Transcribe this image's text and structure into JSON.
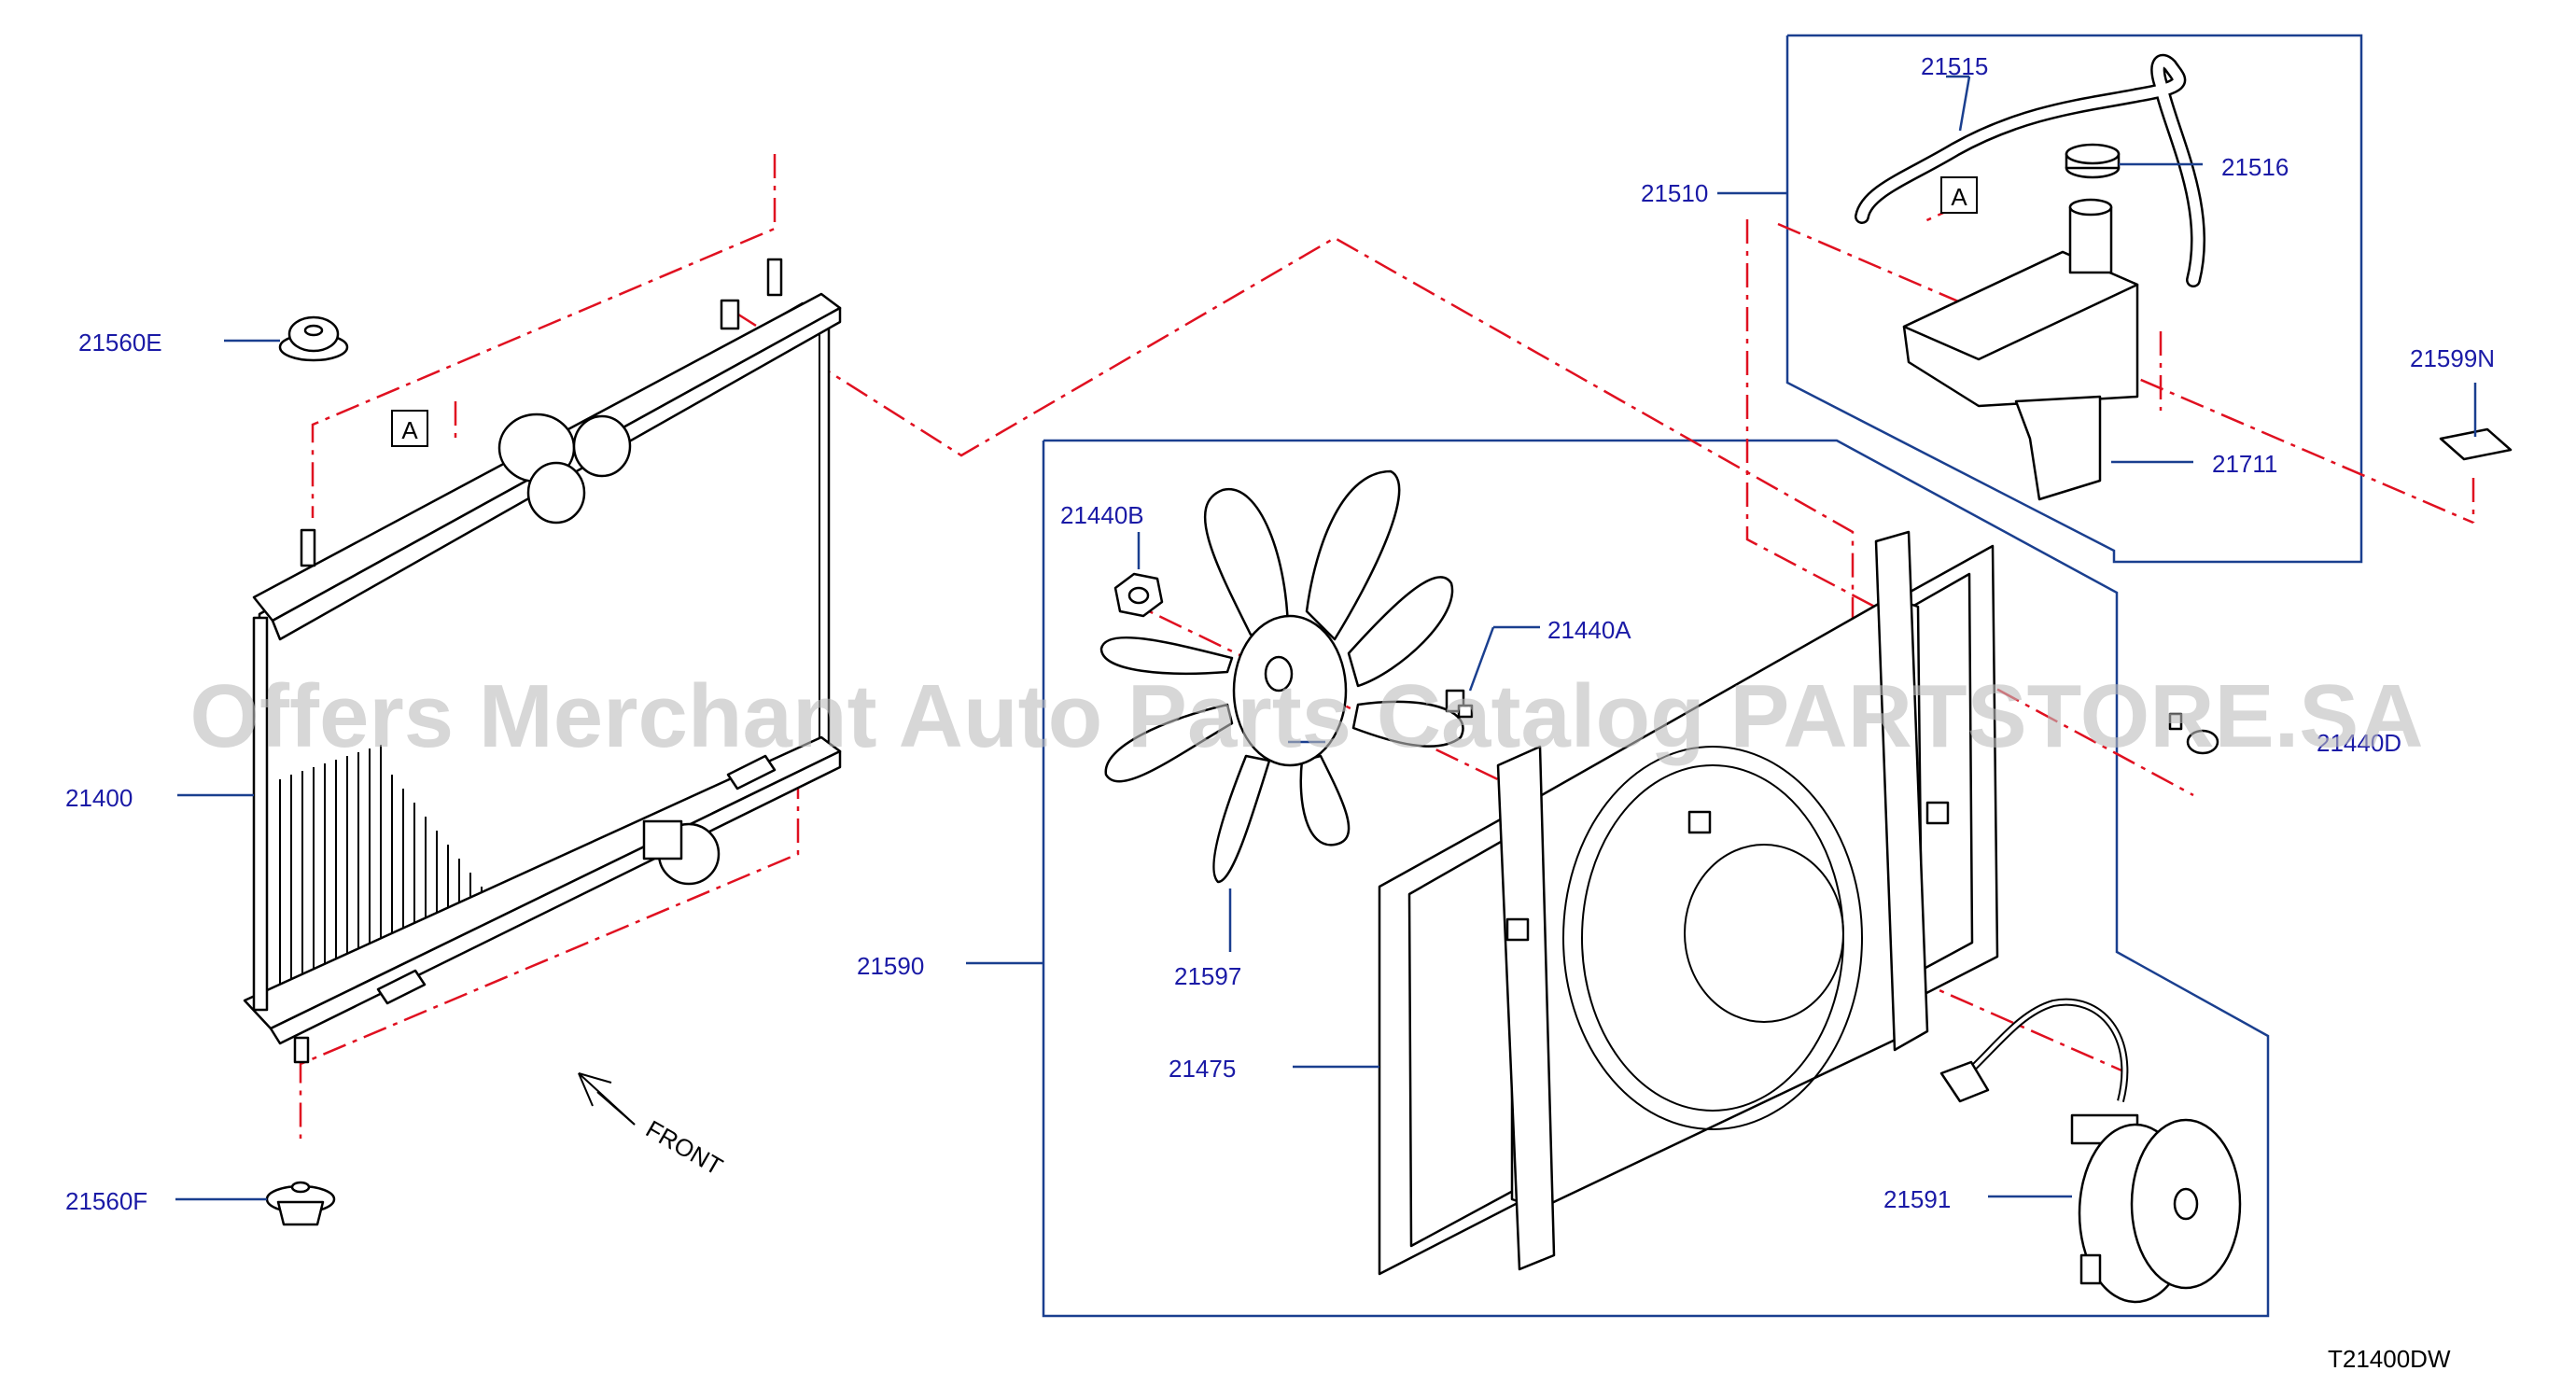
{
  "diagram": {
    "code": "T21400DW",
    "watermark": "Offers Merchant Auto Parts Catalog PARTSTORE.SA",
    "front_label": "FRONT",
    "ref_marker": "A",
    "label_color": "#1a1aa6",
    "leader_color": "#1a3f8f",
    "centerline_color": "#e01020",
    "parts": {
      "p21515": "21515",
      "p21516": "21516",
      "p21510": "21510",
      "p21599N": "21599N",
      "p21711": "21711",
      "p21560E": "21560E",
      "p21440B": "21440B",
      "p21440A": "21440A",
      "p21440D": "21440D",
      "p21400": "21400",
      "p21590": "21590",
      "p21597": "21597",
      "p21475": "21475",
      "p21591": "21591",
      "p21560F": "21560F"
    }
  }
}
